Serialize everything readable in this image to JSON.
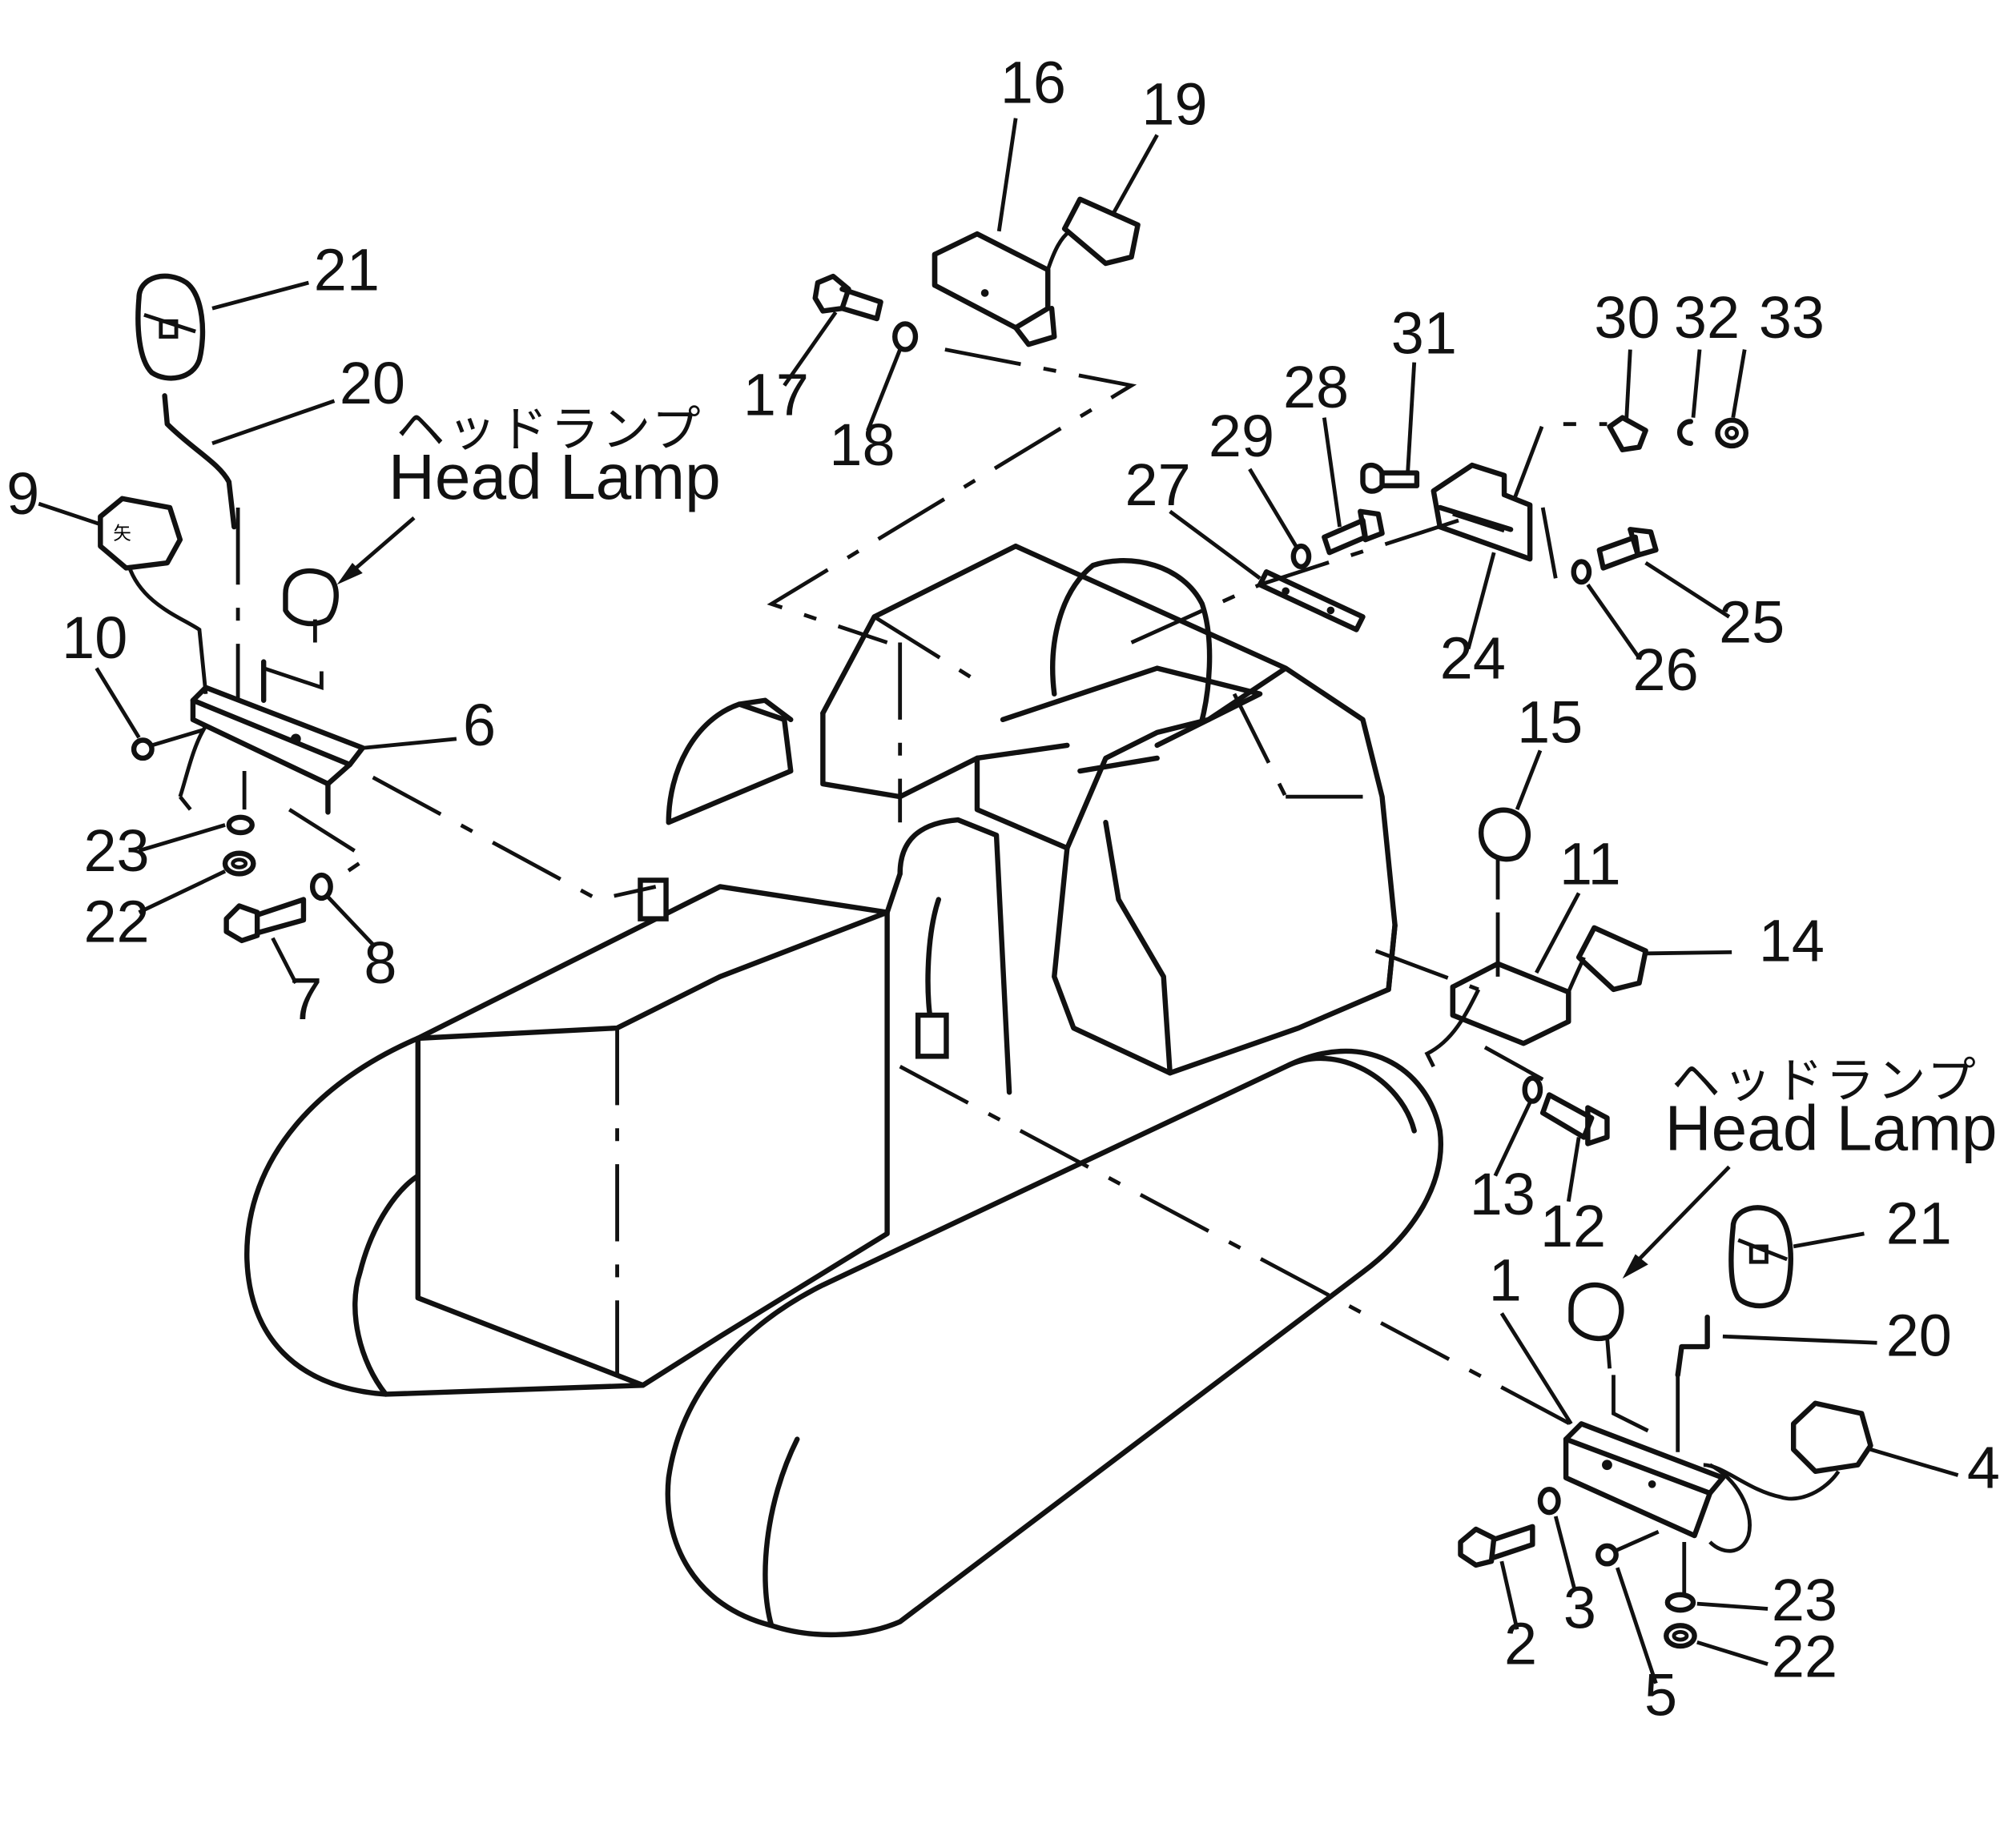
{
  "callouts": {
    "c1": "1",
    "c2": "2",
    "c3": "3",
    "c4": "4",
    "c5": "5",
    "c6": "6",
    "c7": "7",
    "c8": "8",
    "c9": "9",
    "c10": "10",
    "c11": "11",
    "c12": "12",
    "c13": "13",
    "c14": "14",
    "c15": "15",
    "c16": "16",
    "c17": "17",
    "c18": "18",
    "c19": "19",
    "c20_left": "20",
    "c20_right": "20",
    "c21_left": "21",
    "c21_right": "21",
    "c22_left": "22",
    "c22_right": "22",
    "c23_left": "23",
    "c23_right": "23",
    "c24": "24",
    "c25": "25",
    "c26": "26",
    "c27": "27",
    "c28": "28",
    "c29": "29",
    "c30": "30",
    "c31": "31",
    "c32": "32",
    "c33": "33"
  },
  "labels": {
    "head_lamp_left_jp": "ヘッドランプ",
    "head_lamp_left_en": "Head Lamp",
    "head_lamp_right_jp": "ヘッドランプ",
    "head_lamp_right_en": "Head Lamp"
  }
}
